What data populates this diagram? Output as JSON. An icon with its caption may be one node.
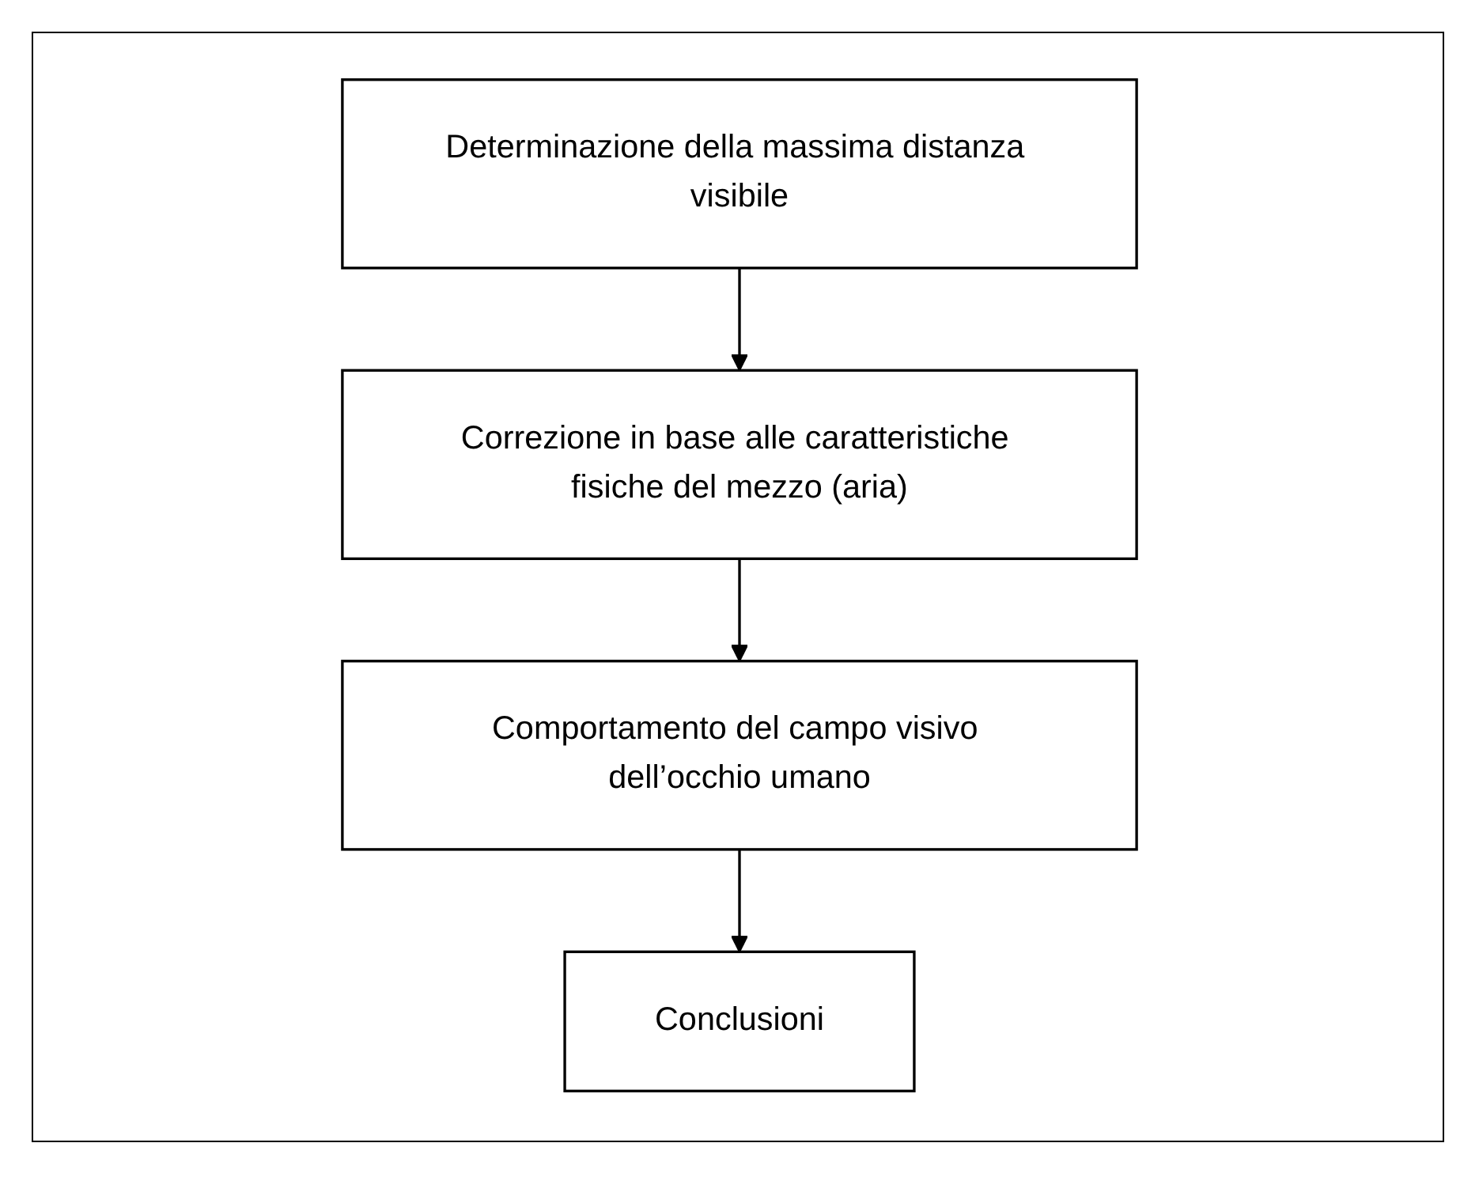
{
  "diagram": {
    "nodes": [
      {
        "text": [
          "Determinazione della massima distanza visibile"
        ]
      },
      {
        "text": [
          "Correzione in base alle caratteristiche fisiche del mezzo (aria)"
        ]
      },
      {
        "text": [
          "Comportamento del campo visivo dell’occhio umano"
        ]
      },
      {
        "text": [
          "Conclusioni"
        ]
      }
    ],
    "edges": [
      {
        "from": 0,
        "to": 1,
        "arrow": "to"
      },
      {
        "from": 1,
        "to": 2,
        "arrow": "to"
      },
      {
        "from": 2,
        "to": 3,
        "arrow": "to"
      }
    ]
  }
}
